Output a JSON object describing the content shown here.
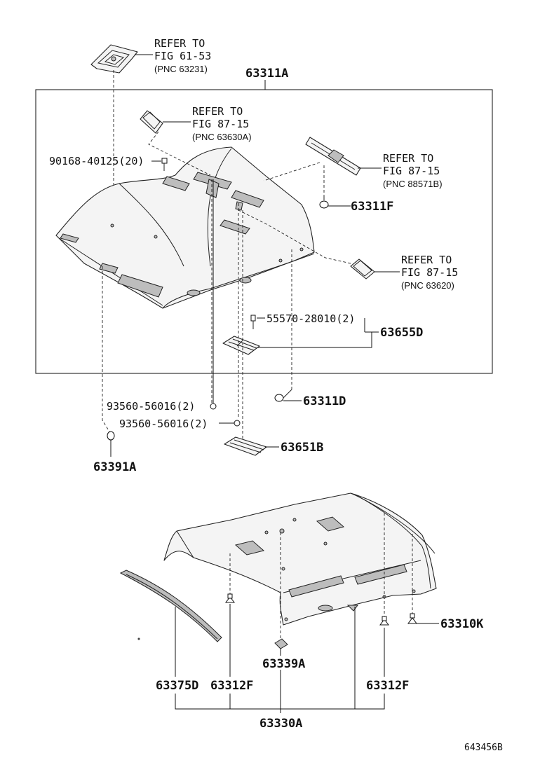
{
  "labels": {
    "ref_61_53": [
      "REFER TO",
      "FIG 61-53",
      "(PNC 63231)"
    ],
    "ref_87_15_a": [
      "REFER TO",
      "FIG 87-15",
      "(PNC 63630A)"
    ],
    "ref_87_15_b": [
      "REFER TO",
      "FIG 87-15",
      "(PNC 88571B)"
    ],
    "ref_87_15_c": [
      "REFER TO",
      "FIG 87-15",
      "(PNC 63620)"
    ],
    "p63311A": "63311A",
    "p90168": "90168-40125(20)",
    "p63311F": "63311F",
    "p55570": "55570-28010(2)",
    "p63655D": "63655D",
    "p63311D": "63311D",
    "p93560a": "93560-56016(2)",
    "p93560b": "93560-56016(2)",
    "p63651B": "63651B",
    "p63391A": "63391A",
    "p63310K": "63310K",
    "p63339A": "63339A",
    "p63375D": "63375D",
    "p63312F_left": "63312F",
    "p63312F_right": "63312F",
    "p63330A": "63330A",
    "figure_code": "643456B"
  }
}
